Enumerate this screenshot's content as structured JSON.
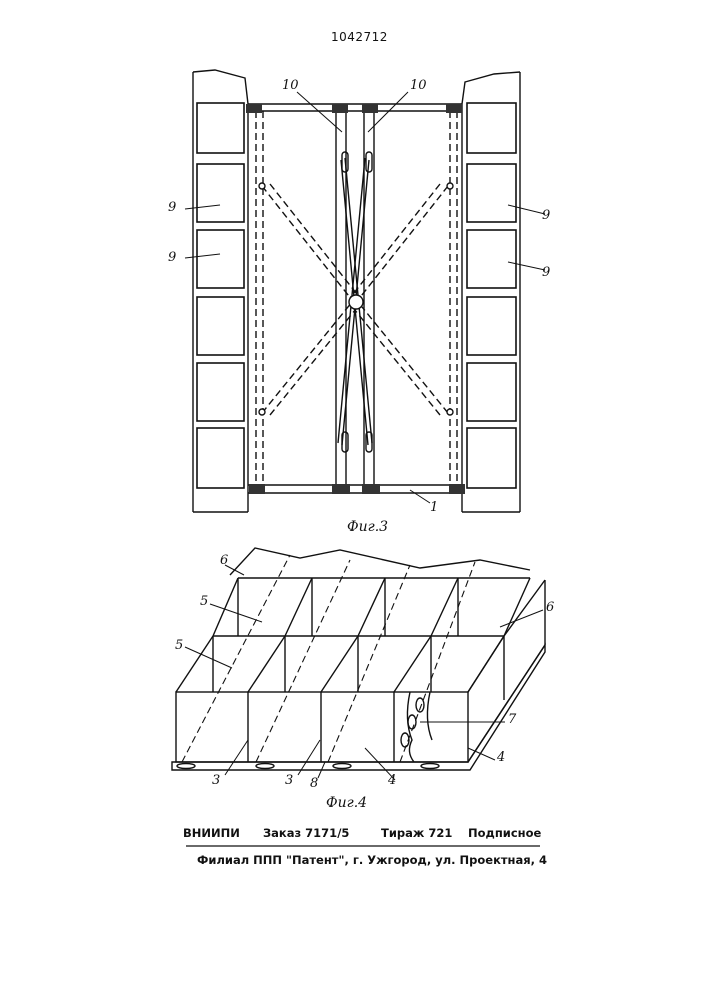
{
  "patent_number": "1042712",
  "figures": {
    "fig3": {
      "caption": "Фиг.3",
      "labels": {
        "l10a": "10",
        "l10b": "10",
        "l9a": "9",
        "l9b": "9",
        "l9c": "9",
        "l9d": "9",
        "l1": "1"
      }
    },
    "fig4": {
      "caption": "Фиг.4",
      "labels": {
        "l6a": "6",
        "l6b": "6",
        "l5a": "5",
        "l5b": "5",
        "l7": "7",
        "l4a": "4",
        "l4b": "4",
        "l3a": "3",
        "l3b": "3",
        "l8": "8"
      }
    }
  },
  "footer": {
    "org": "ВНИИПИ",
    "order": "Заказ 7171/5",
    "circulation": "Тираж 721",
    "subscription": "Подписное",
    "branch": "Филиал ППП \"Патент\", г. Ужгород, ул. Проектная, 4"
  }
}
